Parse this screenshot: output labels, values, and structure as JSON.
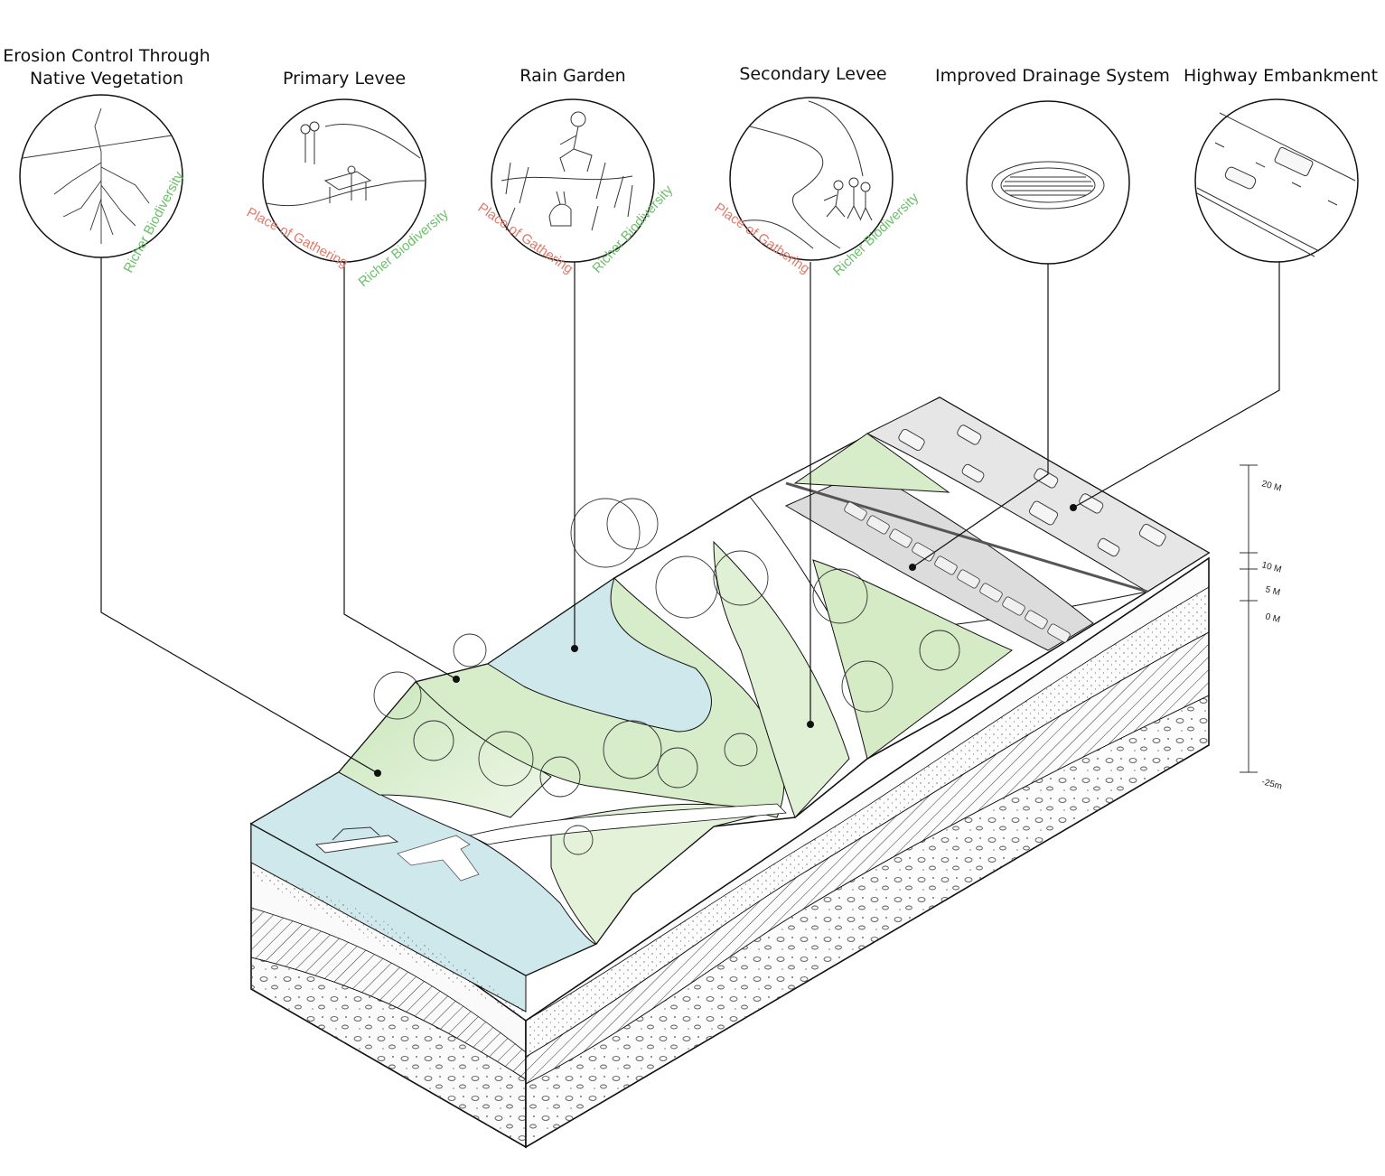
{
  "callouts": [
    {
      "id": "erosion",
      "title_lines": [
        "Erosion Control Through",
        "Native Vegetation"
      ],
      "tags": [
        "Richer Biodiversity"
      ],
      "icon": "roots-icon"
    },
    {
      "id": "primary-levee",
      "title_lines": [
        "Primary Levee"
      ],
      "tags": [
        "Place of Gathering",
        "Richer Biodiversity"
      ],
      "icon": "bench-people-icon"
    },
    {
      "id": "rain-garden",
      "title_lines": [
        "Rain Garden"
      ],
      "tags": [
        "Place of Gathering",
        "Richer Biodiversity"
      ],
      "icon": "person-rabbit-plants-icon"
    },
    {
      "id": "secondary-levee",
      "title_lines": [
        "Secondary Levee"
      ],
      "tags": [
        "Place of Gathering",
        "Richer Biodiversity"
      ],
      "icon": "running-children-icon"
    },
    {
      "id": "drainage",
      "title_lines": [
        "Improved Drainage System"
      ],
      "tags": [],
      "icon": "drain-grate-icon"
    },
    {
      "id": "highway",
      "title_lines": [
        "Highway Embankment"
      ],
      "tags": [],
      "icon": "highway-cars-icon"
    }
  ],
  "scale": {
    "labels": [
      "20 M",
      "10 M",
      "5 M",
      "0 M",
      "-25m"
    ]
  },
  "colors": {
    "gathering": "#e07a6a",
    "biodiversity": "#6cc06a",
    "water": "#cfe8ec",
    "park_green": "#d6ecc8",
    "road": "#e6e6e6",
    "line": "#111111"
  }
}
